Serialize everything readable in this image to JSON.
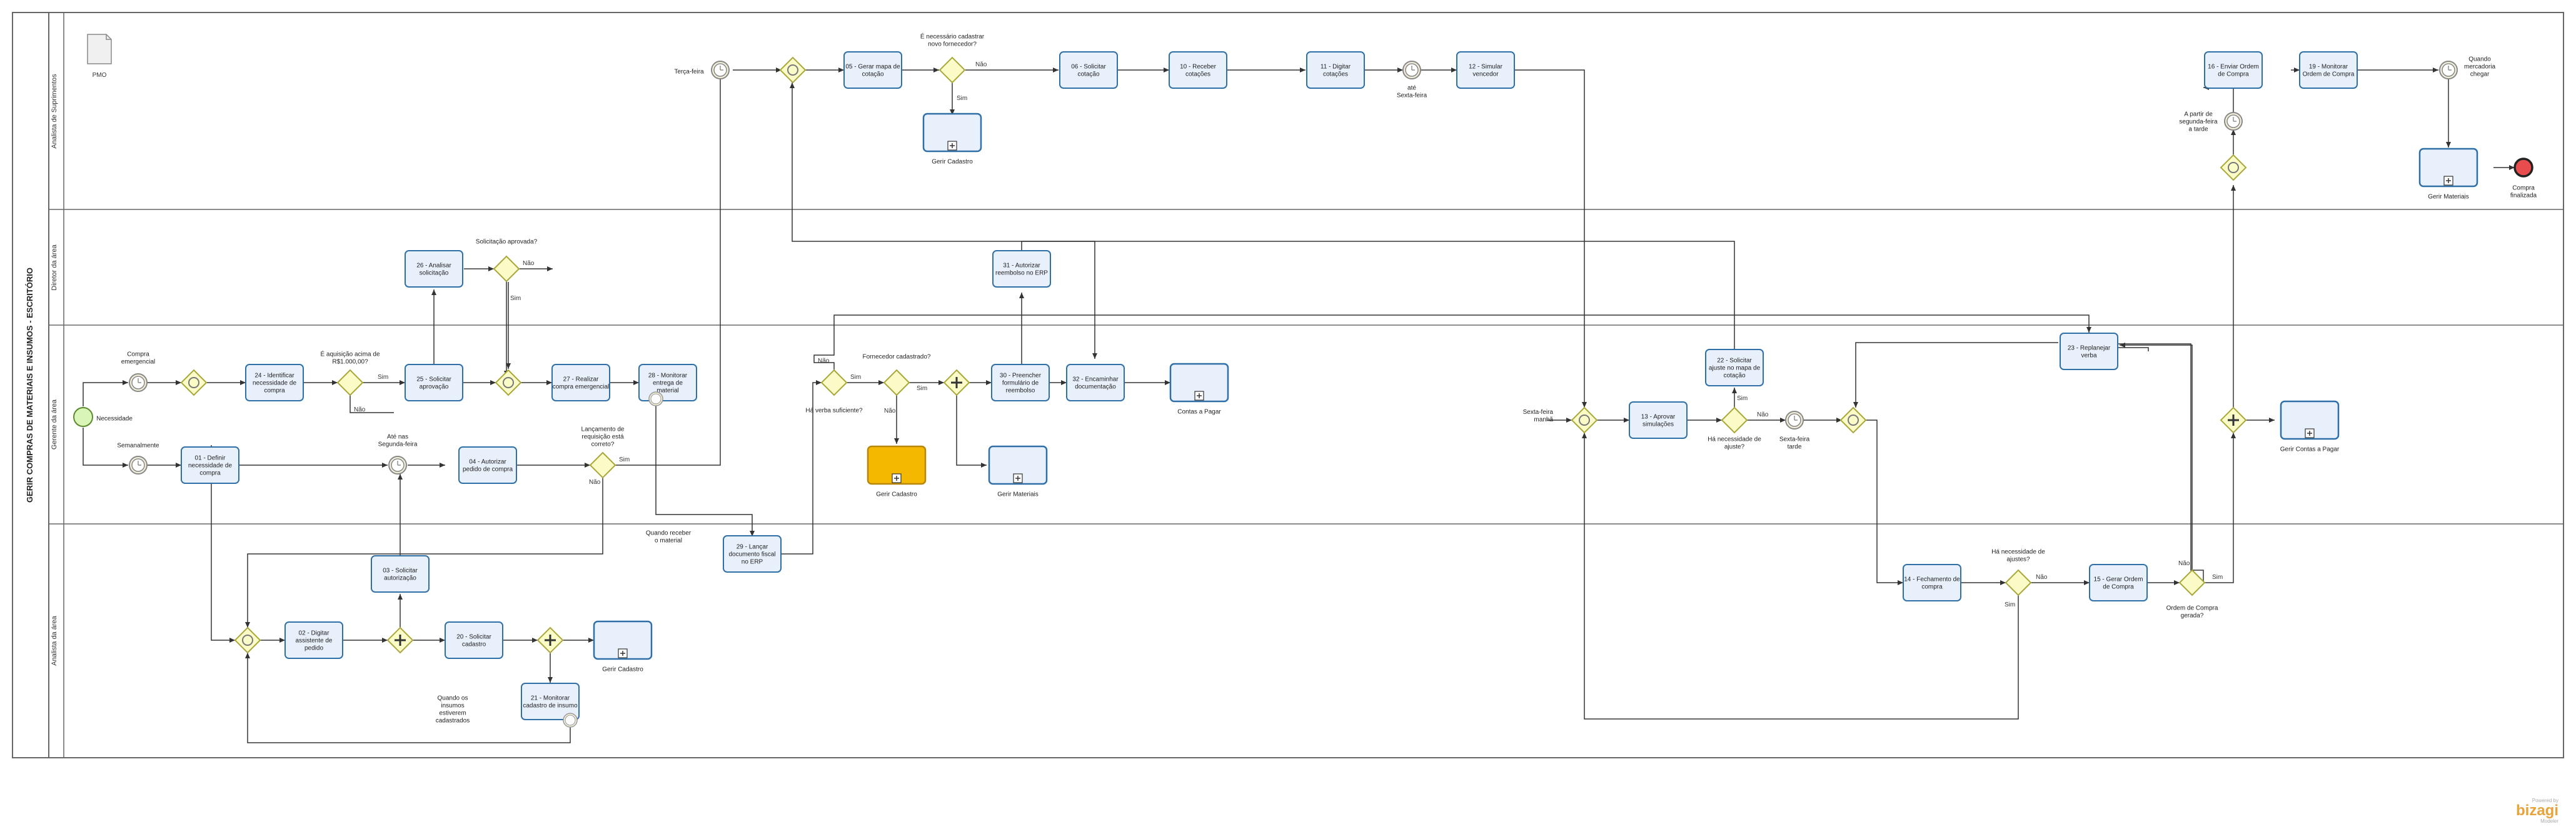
{
  "pool": {
    "title": "GERIR COMPRAS DE MATERIAIS E INSUMOS - ESCRITÓRIO"
  },
  "lanes": [
    {
      "id": "L1",
      "title": "Analista de Suprimentos"
    },
    {
      "id": "L2",
      "title": "Diretor da área"
    },
    {
      "id": "L3",
      "title": "Gerente da área"
    },
    {
      "id": "L4",
      "title": "Analista da área"
    }
  ],
  "artifact": {
    "label": "PMO"
  },
  "tasks": [
    {
      "id": "t05",
      "label": "05 - Gerar mapa de cotação"
    },
    {
      "id": "t06",
      "label": "06 - Solicitar cotação"
    },
    {
      "id": "t10",
      "label": "10 - Receber cotações"
    },
    {
      "id": "t11",
      "label": "11 - Digitar cotações"
    },
    {
      "id": "t12",
      "label": "12 - Simular vencedor"
    },
    {
      "id": "t16",
      "label": "16 - Enviar Ordem de Compra"
    },
    {
      "id": "t19",
      "label": "19 - Monitorar Ordem de Compra"
    },
    {
      "id": "t26",
      "label": "26 - Analisar solicitação"
    },
    {
      "id": "t31",
      "label": "31 - Autorizar reembolso no ERP"
    },
    {
      "id": "t24",
      "label": "24 - Identificar necessidade de compra"
    },
    {
      "id": "t25",
      "label": "25 - Solicitar aprovação"
    },
    {
      "id": "t27",
      "label": "27 - Realizar compra emergencial"
    },
    {
      "id": "t28",
      "label": "28 - Monitorar entrega de material"
    },
    {
      "id": "t01",
      "label": "01 - Definir necessidade de compra"
    },
    {
      "id": "t04",
      "label": "04 - Autorizar pedido de compra"
    },
    {
      "id": "t30",
      "label": "30 - Preencher formulário de reembolso"
    },
    {
      "id": "t32",
      "label": "32 - Encaminhar documentação"
    },
    {
      "id": "t13",
      "label": "13 - Aprovar simulações"
    },
    {
      "id": "t22",
      "label": "22 - Solicitar ajuste no mapa de cotação"
    },
    {
      "id": "t23",
      "label": "23 - Replanejar verba"
    },
    {
      "id": "t03",
      "label": "03 - Solicitar autorização"
    },
    {
      "id": "t02",
      "label": "02 - Digitar assistente de pedido"
    },
    {
      "id": "t20",
      "label": "20 - Solicitar cadastro"
    },
    {
      "id": "t21",
      "label": "21 - Monitorar cadastro de insumo"
    },
    {
      "id": "t29",
      "label": "29 - Lançar documento fiscal no ERP"
    },
    {
      "id": "t14",
      "label": "14 - Fechamento de compra"
    },
    {
      "id": "t15",
      "label": "15 - Gerar Ordem de Compra"
    }
  ],
  "subprocesses": [
    {
      "id": "sp1",
      "label": "Gerir Cadastro"
    },
    {
      "id": "sp2",
      "label": "Gerir Materiais"
    },
    {
      "id": "sp3",
      "label": "Gerir Cadastro"
    },
    {
      "id": "sp4",
      "label": "Gerir Materiais"
    },
    {
      "id": "sp5",
      "label": "Contas a Pagar"
    },
    {
      "id": "sp6",
      "label": "Gerir Contas a Pagar"
    },
    {
      "id": "sp7",
      "label": "Gerir Cadastro"
    }
  ],
  "events": [
    {
      "id": "e_nec",
      "label": "Necessidade"
    },
    {
      "id": "e_emerg",
      "label": "Compra emergencial"
    },
    {
      "id": "e_sem",
      "label": "Semanalmente"
    },
    {
      "id": "e_seg",
      "label": "Até nas Segunda-feira"
    },
    {
      "id": "e_terca",
      "label": "Terça-feira"
    },
    {
      "id": "e_sexta1",
      "label": "até Sexta-feira"
    },
    {
      "id": "e_quando_merc",
      "label": "Quando mercadoria chegar"
    },
    {
      "id": "e_apartir",
      "label": "A partir de segunda-feira a tarde"
    },
    {
      "id": "e_fim",
      "label": "Compra finalizada"
    },
    {
      "id": "e_sexta_tarde",
      "label": "Sexta-feira tarde"
    },
    {
      "id": "e_quando_receber",
      "label": "Quando receber o material"
    },
    {
      "id": "e_quando_insumos",
      "label": "Quando os insumos estiverem cadastrados"
    },
    {
      "id": "e_sexta_manha",
      "label": "Sexta-feira manhã"
    }
  ],
  "gateways": [
    {
      "id": "g_novo_forn",
      "label": "É necessário cadastrar novo fornecedor?"
    },
    {
      "id": "g_aprovada",
      "label": "Solicitação aprovada?"
    },
    {
      "id": "g_acima",
      "label": "É aquisição acima de R$1.000,00?"
    },
    {
      "id": "g_lanc",
      "label": "Lançamento de requisição está correto?"
    },
    {
      "id": "g_verba",
      "label": "Há verba suficiente?"
    },
    {
      "id": "g_forn_cad",
      "label": "Fornecedor cadastrado?"
    },
    {
      "id": "g_ajuste",
      "label": "Há necessidade de ajuste?"
    },
    {
      "id": "g_ajuste2",
      "label": "Há necessidade de ajustes?"
    },
    {
      "id": "g_oc_gerada",
      "label": "Ordem de Compra gerada?"
    }
  ],
  "flow_labels": {
    "sim": "Sim",
    "nao": "Não"
  },
  "brand": {
    "powered": "Powered by",
    "name": "bizagi",
    "sub": "Modeler"
  },
  "colors": {
    "task_fill": "#e8f0fb",
    "task_stroke": "#2f6fa7",
    "gateway_fill": "#fbfbc8",
    "gateway_stroke": "#a8a83a",
    "event_start": "#d9f5b8",
    "event_end": "#e84c4c",
    "highlight": "#f5b800",
    "brand": "#e8a33b"
  }
}
